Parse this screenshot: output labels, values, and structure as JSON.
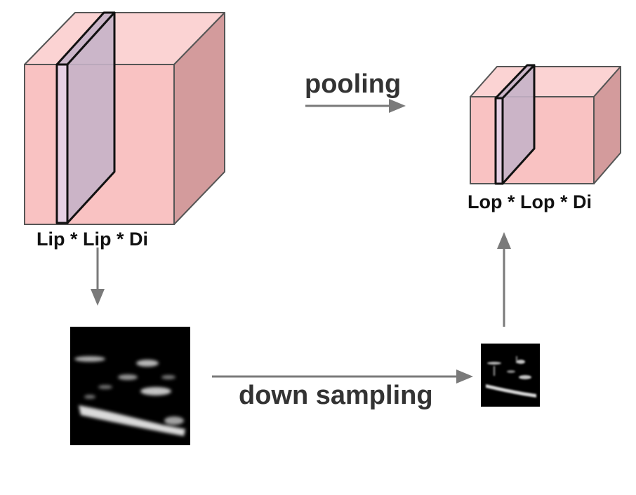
{
  "labels": {
    "pooling": "pooling",
    "down_sampling": "down sampling",
    "input_dims": "Lip * Lip * Di",
    "output_dims": "Lop * Lop * Di"
  },
  "colors": {
    "cube_front": "#f9c2c2",
    "cube_top": "#fbd3d3",
    "cube_side": "#d39b9c",
    "cube_edge": "#555555",
    "slice_fill": "#c5b3c8",
    "slice_edge": "#111111",
    "arrow": "#7a7a7a",
    "image_bg": "#000000"
  },
  "icons": {
    "input_volume": "cube-with-slice",
    "output_volume": "cube-with-slice",
    "input_image": "grayscale-feature-map",
    "output_image": "grayscale-feature-map-small"
  }
}
